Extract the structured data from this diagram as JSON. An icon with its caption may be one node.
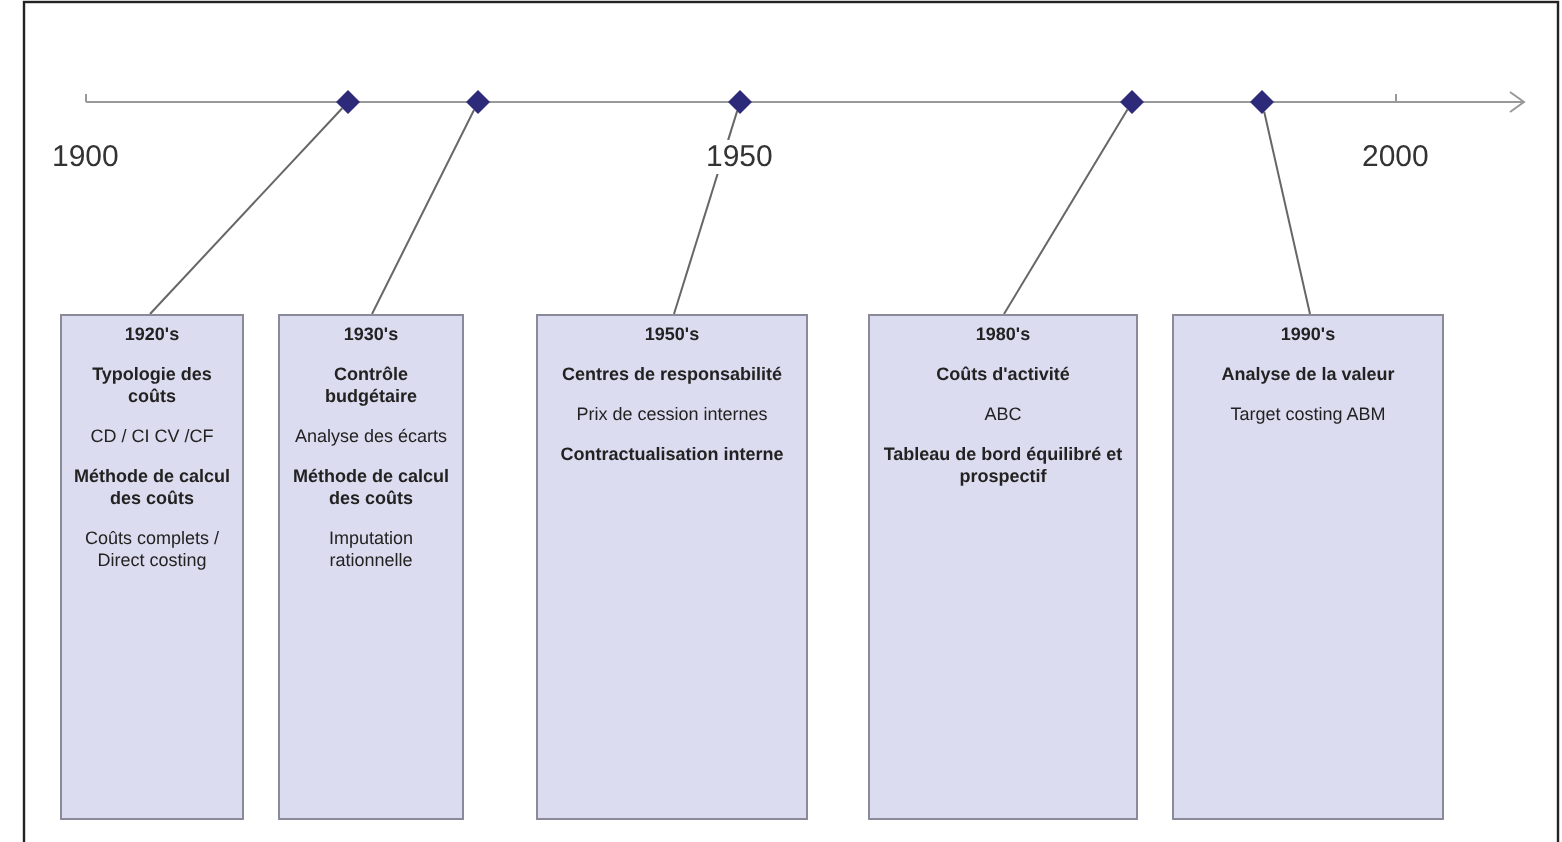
{
  "diagram": {
    "nodes": [
      {
        "text": [],
        "shape": "diamond"
      },
      {
        "text": [],
        "shape": "diamond"
      },
      {
        "text": [],
        "shape": "diamond"
      },
      {
        "text": [],
        "shape": "diamond"
      },
      {
        "text": [],
        "shape": "diamond"
      },
      {
        "text": [
          "1920's",
          "Typologie des coûts",
          "CD / CI CV /CF",
          "Méthode de calcul des coûts",
          "Coûts complets / Direct costing"
        ]
      },
      {
        "text": [
          "1930's",
          "Contrôle budgétaire",
          "Analyse des écarts",
          "Méthode de calcul des coûts",
          "Imputation rationnelle"
        ]
      },
      {
        "text": [
          "1950's",
          "Centres de responsabilité",
          "Prix de cession internes",
          "Contractualisation interne"
        ]
      },
      {
        "text": [
          "1980's",
          "Coûts d'activité",
          "ABC",
          "Tableau de bord équilibré et prospectif"
        ]
      },
      {
        "text": [
          "1990's",
          "Analyse de la valeur",
          "Target costing ABM"
        ]
      }
    ],
    "edges": [
      {
        "from": 0,
        "to": 5,
        "arrow": "none"
      },
      {
        "from": 1,
        "to": 6,
        "arrow": "none"
      },
      {
        "from": 2,
        "to": 7,
        "arrow": "none"
      },
      {
        "from": 3,
        "to": 8,
        "arrow": "none"
      },
      {
        "from": 4,
        "to": 9,
        "arrow": "none"
      }
    ],
    "labels": [
      "1900",
      "1950",
      "2000"
    ]
  }
}
